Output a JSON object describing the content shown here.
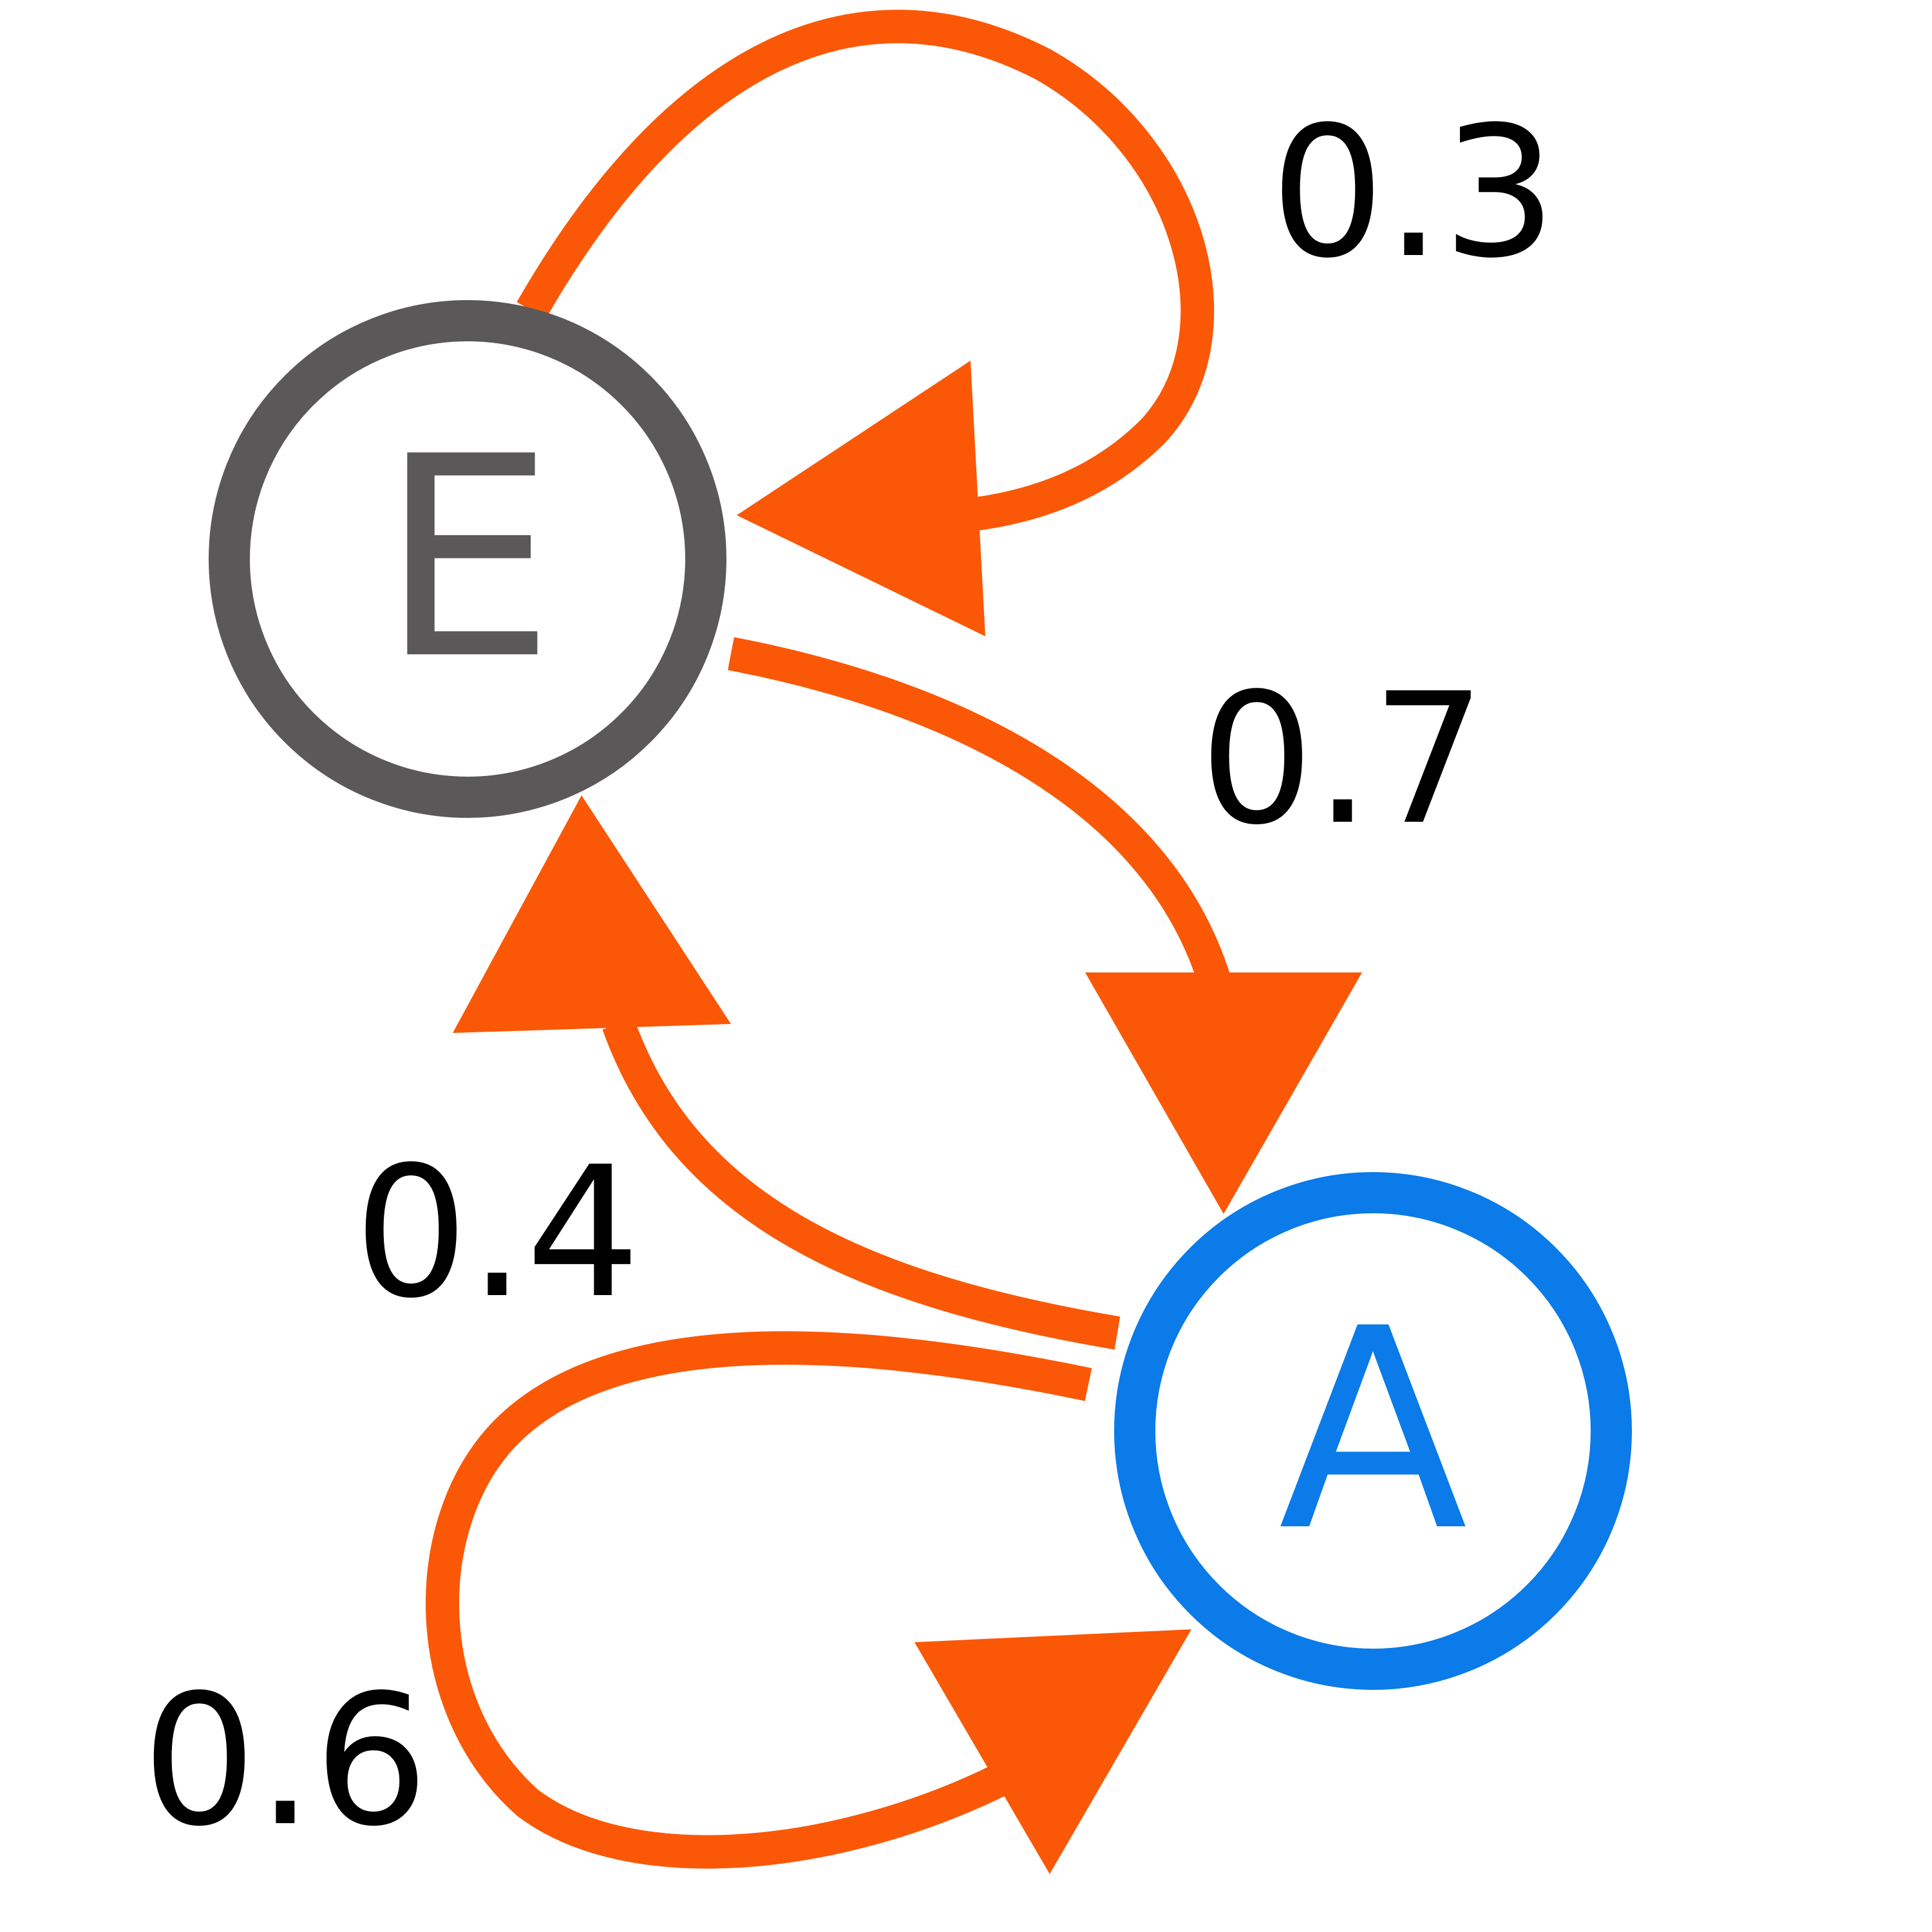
{
  "diagram": {
    "nodes": [
      {
        "id": "E",
        "label": "E",
        "color": "#5a5858"
      },
      {
        "id": "A",
        "label": "A",
        "color": "#0a7be8"
      }
    ],
    "edges": [
      {
        "from": "E",
        "to": "E",
        "weight": "0.3"
      },
      {
        "from": "E",
        "to": "A",
        "weight": "0.7"
      },
      {
        "from": "A",
        "to": "E",
        "weight": "0.4"
      },
      {
        "from": "A",
        "to": "A",
        "weight": "0.6"
      }
    ],
    "edge_color": "#fa5807"
  }
}
